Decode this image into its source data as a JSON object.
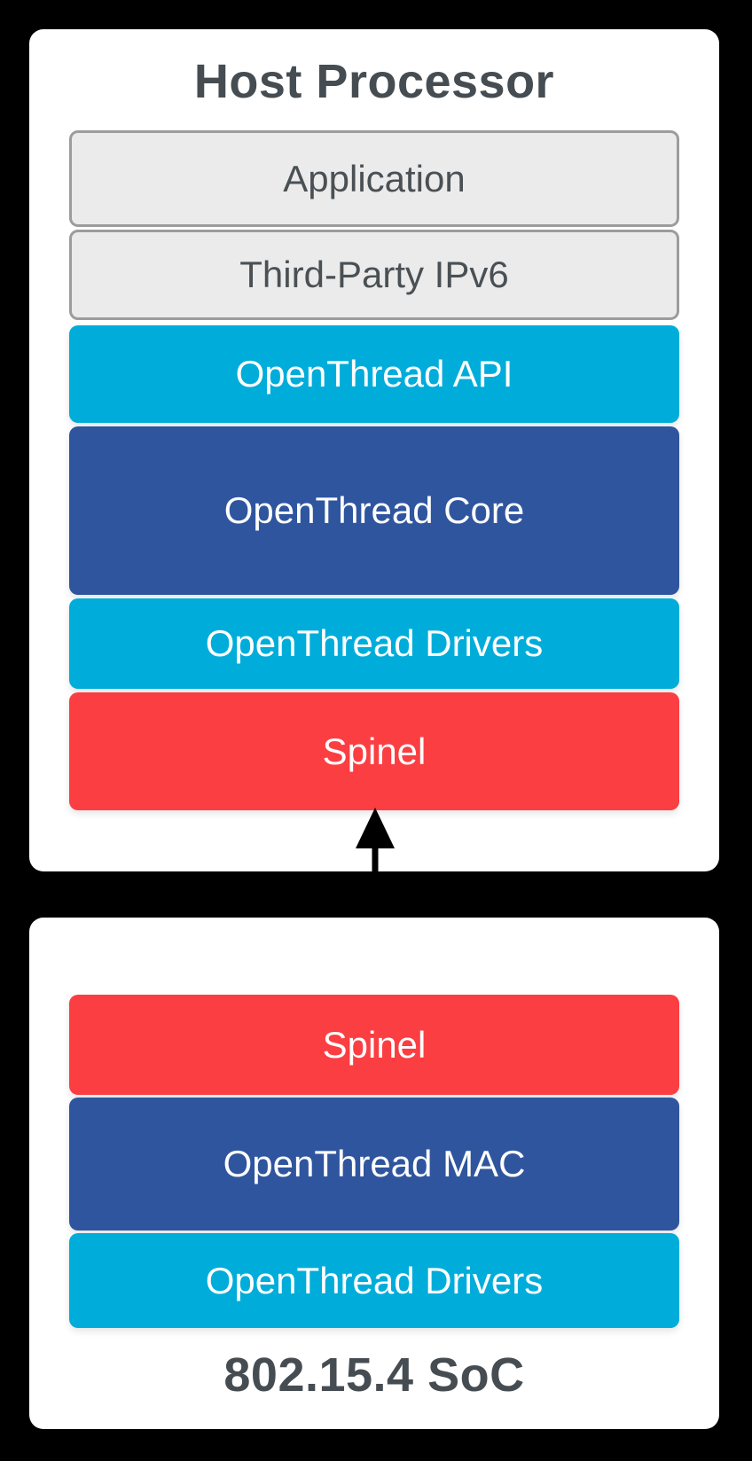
{
  "colors": {
    "background": "#000000",
    "panel": "#ffffff",
    "gray_layer_bg": "#ebebeb",
    "gray_layer_border": "#9c9c9c",
    "gray_layer_text": "#4a5054",
    "cyan_layer": "#00adda",
    "blue_layer": "#2f559e",
    "red_layer": "#fb3e42",
    "title_text": "#464d52",
    "layer_text": "#ffffff",
    "arrow": "#000000"
  },
  "host_panel": {
    "title": "Host Processor",
    "layers": [
      {
        "label": "Application",
        "color_role": "gray"
      },
      {
        "label": "Third-Party IPv6",
        "color_role": "gray"
      },
      {
        "label": "OpenThread API",
        "color_role": "cyan"
      },
      {
        "label": "OpenThread Core",
        "color_role": "blue"
      },
      {
        "label": "OpenThread Drivers",
        "color_role": "cyan"
      },
      {
        "label": "Spinel",
        "color_role": "red"
      }
    ]
  },
  "connector": {
    "type": "vertical-double-arrow"
  },
  "soc_panel": {
    "title": "802.15.4 SoC",
    "layers": [
      {
        "label": "Spinel",
        "color_role": "red"
      },
      {
        "label": "OpenThread MAC",
        "color_role": "blue"
      },
      {
        "label": "OpenThread Drivers",
        "color_role": "cyan"
      }
    ]
  }
}
